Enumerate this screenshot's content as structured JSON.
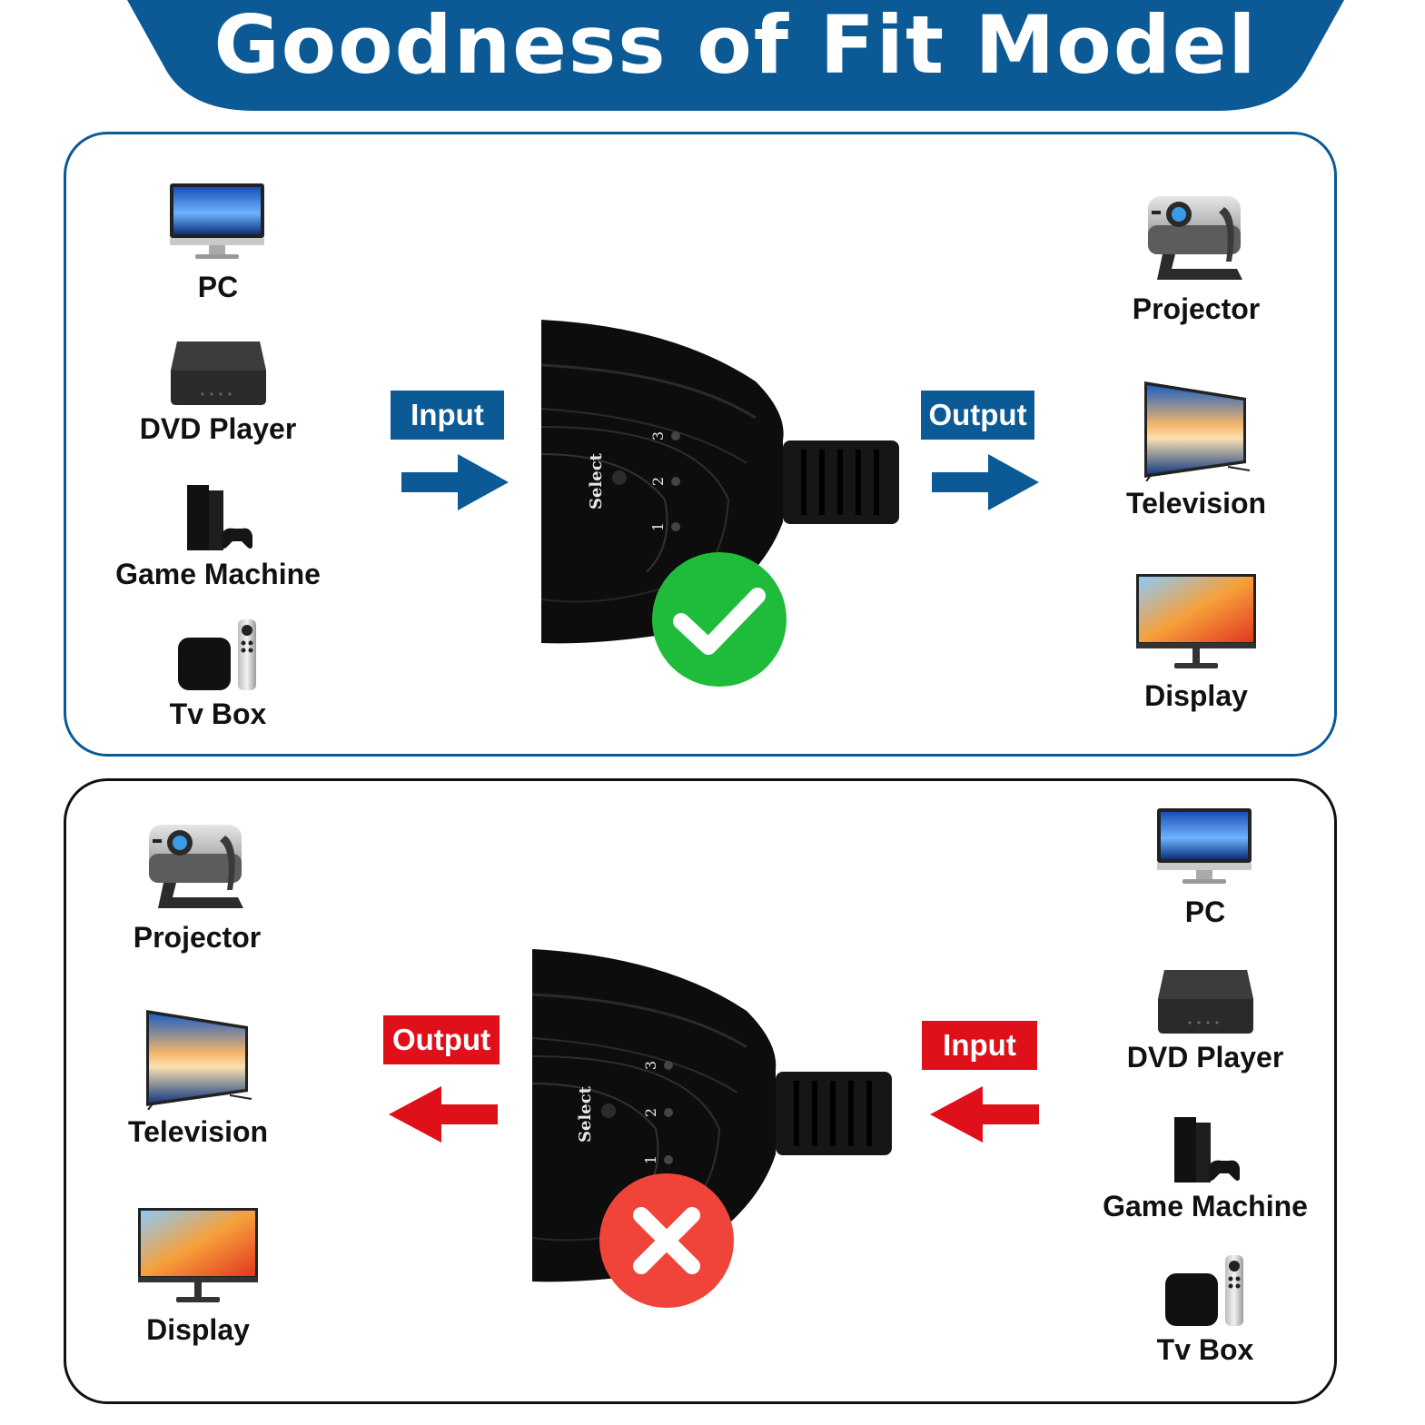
{
  "title": "Goodness of Fit Model",
  "colors": {
    "brand_blue": "#0b5a96",
    "error_red": "#e0101a",
    "ok_green": "#1fbb3a",
    "x_red": "#f0443a"
  },
  "top_panel": {
    "inputs": [
      {
        "label": "PC",
        "icon": "monitor-icon"
      },
      {
        "label": "DVD Player",
        "icon": "dvd-player-icon"
      },
      {
        "label": "Game Machine",
        "icon": "game-console-icon"
      },
      {
        "label": "Tv Box",
        "icon": "tv-box-icon"
      }
    ],
    "input_tag": "Input",
    "output_tag": "Output",
    "switch": {
      "select_label": "Select",
      "ports": [
        "1",
        "2",
        "3"
      ]
    },
    "status": "check-icon",
    "outputs": [
      {
        "label": "Projector",
        "icon": "projector-icon"
      },
      {
        "label": "Television",
        "icon": "television-icon"
      },
      {
        "label": "Display",
        "icon": "display-icon"
      }
    ]
  },
  "bottom_panel": {
    "outputs": [
      {
        "label": "Projector",
        "icon": "projector-icon"
      },
      {
        "label": "Television",
        "icon": "television-icon"
      },
      {
        "label": "Display",
        "icon": "display-icon"
      }
    ],
    "output_tag": "Output",
    "input_tag": "Input",
    "switch": {
      "select_label": "Select",
      "ports": [
        "1",
        "2",
        "3"
      ]
    },
    "status": "x-icon",
    "inputs": [
      {
        "label": "PC",
        "icon": "monitor-icon"
      },
      {
        "label": "DVD Player",
        "icon": "dvd-player-icon"
      },
      {
        "label": "Game Machine",
        "icon": "game-console-icon"
      },
      {
        "label": "Tv Box",
        "icon": "tv-box-icon"
      }
    ]
  }
}
